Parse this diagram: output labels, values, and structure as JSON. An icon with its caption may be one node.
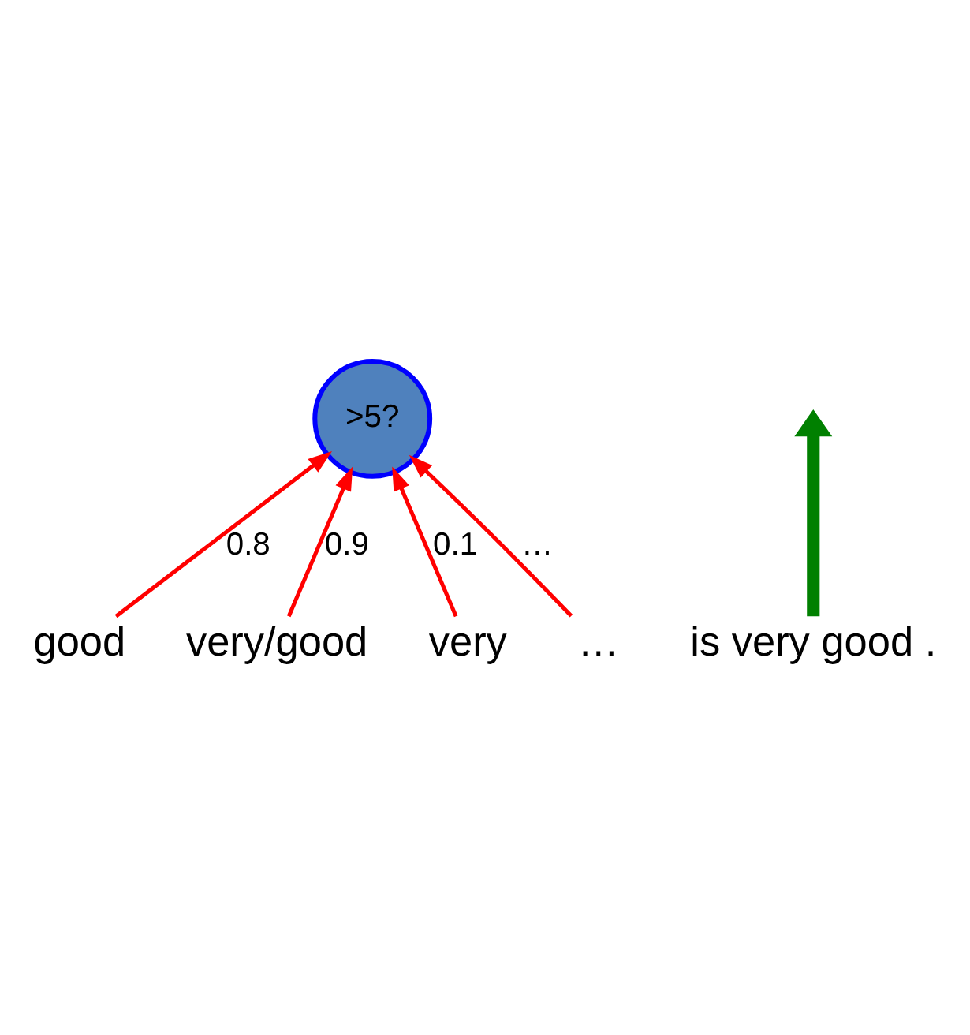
{
  "diagram": {
    "nodes": [
      {
        "text": [
          ">5?"
        ]
      },
      {
        "text": [
          "good"
        ]
      },
      {
        "text": [
          "very/good"
        ]
      },
      {
        "text": [
          "very"
        ]
      },
      {
        "text": [
          "…"
        ]
      },
      {
        "text": [
          "is very good ."
        ]
      }
    ],
    "edges": [
      {
        "from": 1,
        "to": 0,
        "arrow": "to",
        "label": "0.8"
      },
      {
        "from": 2,
        "to": 0,
        "arrow": "to",
        "label": "0.9"
      },
      {
        "from": 3,
        "to": 0,
        "arrow": "to",
        "label": "0.1"
      },
      {
        "from": 4,
        "to": 0,
        "arrow": "to",
        "label": "…"
      },
      {
        "from": 5,
        "to": null,
        "arrow": "to",
        "style": "thick",
        "color": "#008000"
      }
    ]
  }
}
